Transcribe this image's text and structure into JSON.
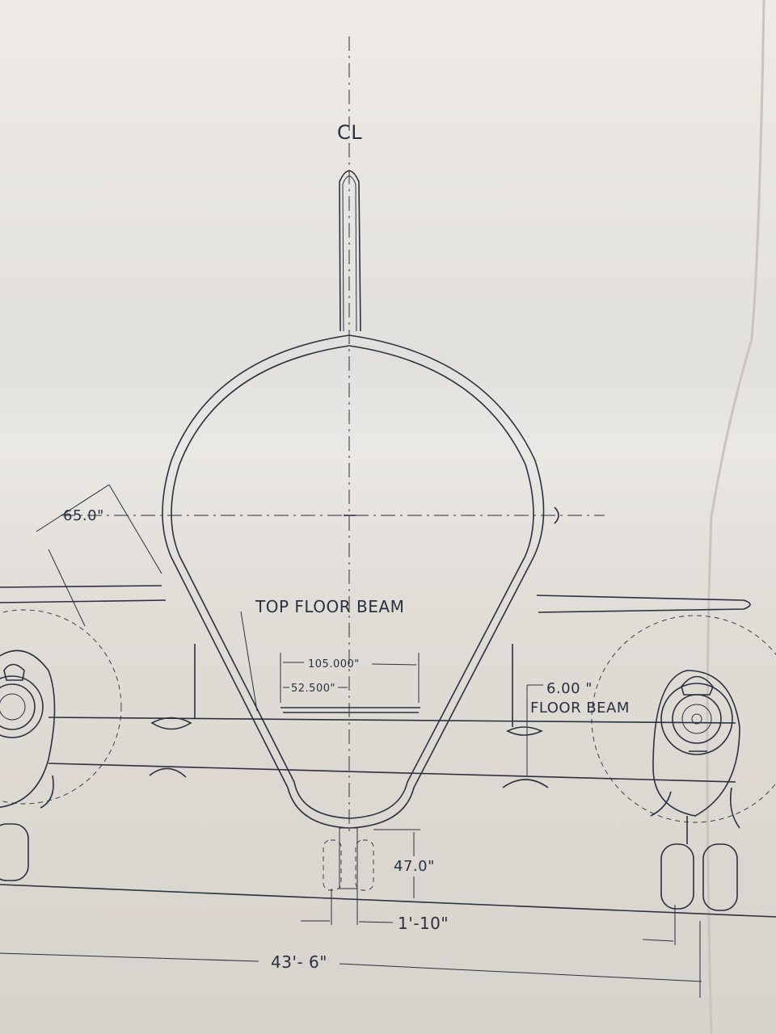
{
  "labels": {
    "centerline": "CL",
    "angle_65": "65.0\"",
    "top_floor_beam": "TOP FLOOR  BEAM",
    "dim_105": "105.000\"",
    "dim_52_5": "52.500\"",
    "dim_6": "6.00 \"",
    "floor_beam": "FLOOR BEAM",
    "dim_47": "47.0\"",
    "dim_1_10": "1'-10\"",
    "dim_43_6": "43'- 6\""
  },
  "colors": {
    "ink": "#2b3040",
    "paper": "#e9e6e1"
  }
}
